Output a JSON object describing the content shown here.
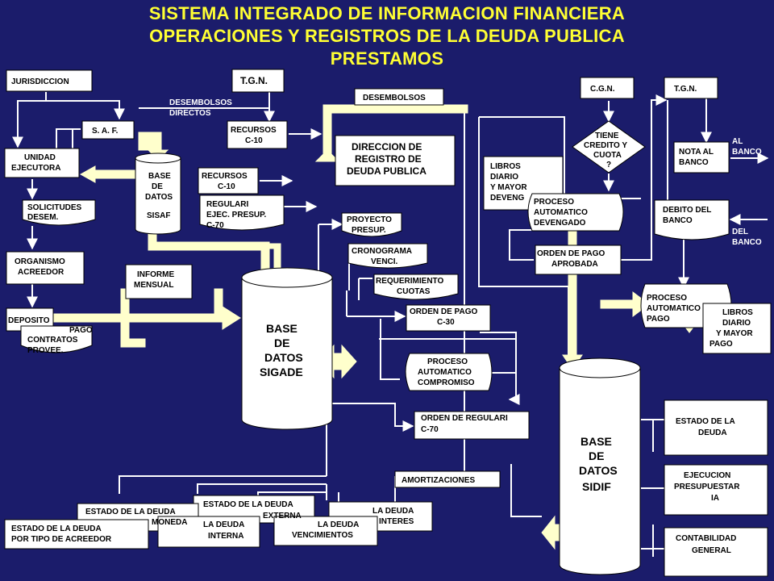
{
  "title": {
    "line1": "SISTEMA INTEGRADO DE INFORMACION FINANCIERA",
    "line2": "OPERACIONES Y REGISTROS DE LA DEUDA PUBLICA",
    "line3": "PRESTAMOS"
  },
  "nodes": {
    "jurisdiccion": "JURISDICCION",
    "tgn_top": "T.G.N.",
    "desembolsos_directos": [
      "DESEMBOLSOS",
      "DIRECTOS"
    ],
    "desembolsos": "DESEMBOLSOS",
    "saf": "S. A. F.",
    "recursos_c10_top": [
      "RECURSOS",
      "C-10"
    ],
    "unidad_ejecutora": [
      "UNIDAD",
      "EJECUTORA"
    ],
    "base_datos_sisaf": [
      "BASE",
      "DE",
      "DATOS",
      "SISAF"
    ],
    "recursos_c10": [
      "RECURSOS",
      "C-10"
    ],
    "regulari": [
      "REGULARI",
      "EJEC. PRESUP.",
      "C-70"
    ],
    "direccion_registro": [
      "DIRECCION DE",
      "REGISTRO DE",
      "DEUDA PUBLICA"
    ],
    "solicitudes": [
      "SOLICITUDES",
      "DESEM."
    ],
    "organismo": [
      "ORGANISMO",
      "ACREEDOR"
    ],
    "informe_mensual": [
      "INFORME",
      "MENSUAL"
    ],
    "proyecto_presup": [
      "PROYECTO",
      "PRESUP."
    ],
    "cronograma": [
      "CRONOGRAMA",
      "VENCI."
    ],
    "requerimiento": [
      "REQUERIMIENTO",
      "CUOTAS"
    ],
    "deposito": "DEPOSITO",
    "pago_contratos": [
      "PAGO",
      "CONTRATOS",
      "PROVEE."
    ],
    "base_sigade": [
      "BASE",
      "DE",
      "DATOS",
      "SIGADE"
    ],
    "orden_pago_c30": [
      "ORDEN DE PAGO",
      "C-30"
    ],
    "proceso_compromiso": [
      "PROCESO",
      "AUTOMATICO",
      "COMPROMISO"
    ],
    "orden_regulari": [
      "ORDEN DE REGULARI",
      "C-70"
    ],
    "amortizaciones": "AMORTIZACIONES",
    "cgn": "C.G.N.",
    "tgn_right": "T.G.N.",
    "tiene_credito": [
      "TIENE",
      "CREDITO Y",
      "CUOTA",
      "?"
    ],
    "nota_al_banco": [
      "NOTA AL",
      "BANCO"
    ],
    "al_banco": [
      "AL",
      "BANCO"
    ],
    "libros_devengado": [
      "LIBROS",
      "DIARIO",
      "Y MAYOR",
      "DEVENG"
    ],
    "proceso_devengado": [
      "PROCESO",
      "AUTOMATICO",
      "DEVENGADO"
    ],
    "debito_banco": [
      "DEBITO DEL",
      "BANCO"
    ],
    "del_banco": [
      "DEL",
      "BANCO"
    ],
    "orden_pago_aprobada": [
      "ORDEN DE PAGO",
      "APROBADA"
    ],
    "proceso_pago": [
      "PROCESO",
      "AUTOMATICO",
      "PAGO"
    ],
    "libros_pago": [
      "LIBROS",
      "DIARIO",
      "Y MAYOR",
      "PAGO"
    ],
    "base_sidif": [
      "BASE",
      "DE",
      "DATOS",
      "SIDIF"
    ],
    "estado_deuda": [
      "ESTADO DE LA",
      "DEUDA"
    ],
    "ejecucion": [
      "EJECUCION",
      "PRESUPUESTAR",
      "IA"
    ],
    "contabilidad": [
      "CONTABILIDAD",
      "GENERAL"
    ],
    "rep_tipo_acreedor": [
      "ESTADO DE LA DEUDA",
      "POR TIPO DE ACREEDOR"
    ],
    "rep_moneda": [
      "ESTADO DE LA DEUDA",
      "MONEDA"
    ],
    "rep_interna": [
      "LA DEUDA",
      "INTERNA"
    ],
    "rep_externa": [
      "ESTADO DE LA DEUDA",
      "EXTERNA"
    ],
    "rep_vencimientos": [
      "LA DEUDA",
      "VENCIMIENTOS"
    ],
    "rep_interes": [
      "LA DEUDA",
      "INTERES"
    ]
  },
  "colors": {
    "background": "#1b1c6b",
    "title": "#ffff33",
    "box": "#ffffff",
    "wide_arrow": "#ffffcc"
  }
}
